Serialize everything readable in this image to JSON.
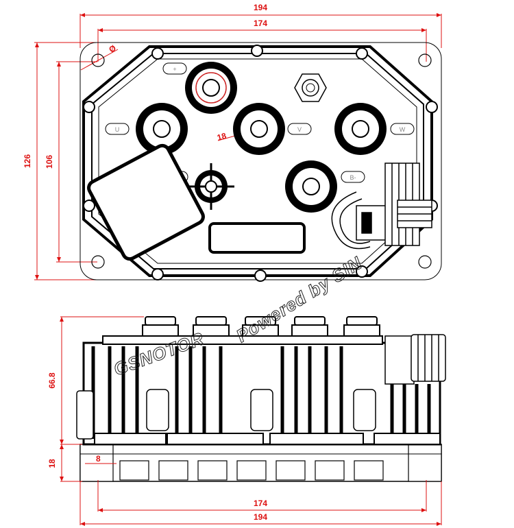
{
  "top_view": {
    "dim_overall_width": "194",
    "dim_hole_spacing": "174",
    "dim_overall_height": "126",
    "dim_hole_height": "106",
    "terminal_labels": [
      "+",
      "U",
      "V",
      "W",
      "B+",
      "B-"
    ],
    "small_dim_a": "Ø",
    "small_dim_b": "18"
  },
  "side_view": {
    "dim_height": "66.8",
    "dim_base": "18",
    "dim_offset": "8",
    "dim_hole_spacing": "174",
    "dim_overall_width": "194"
  },
  "watermark": {
    "brand": "GSNOTOR",
    "tagline": "Powered by SIN"
  },
  "colors": {
    "dimension": "#dd1111",
    "outline": "#000000"
  }
}
